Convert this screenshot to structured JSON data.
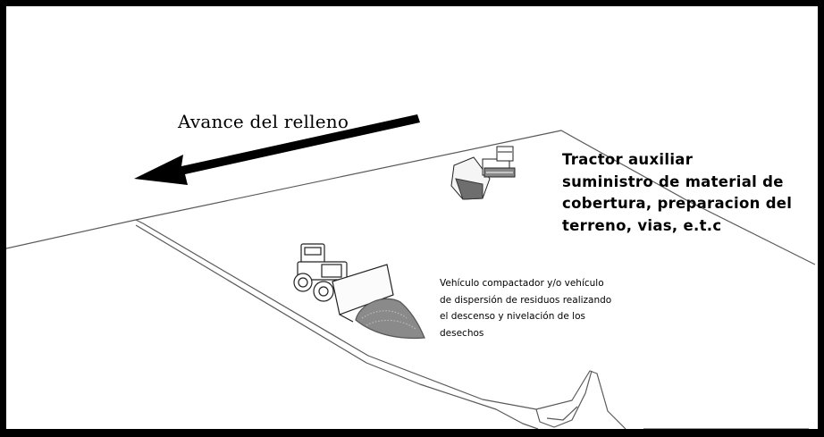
{
  "labels": {
    "advance": "Avance del relleno",
    "tractor_lines": [
      "Tractor auxiliar",
      "suministro de material de",
      "cobertura, preparacion del",
      "terreno, vias, e.t.c"
    ],
    "vehicle_lines": [
      "Vehículo compactador y/o vehículo",
      "de dispersión de residuos realizando",
      "el descenso y nivelación de los",
      "desechos"
    ]
  },
  "colors": {
    "frame": "#000000",
    "line": "#555555",
    "arrow": "#000000",
    "fill_pile": "#8a8a8a"
  }
}
